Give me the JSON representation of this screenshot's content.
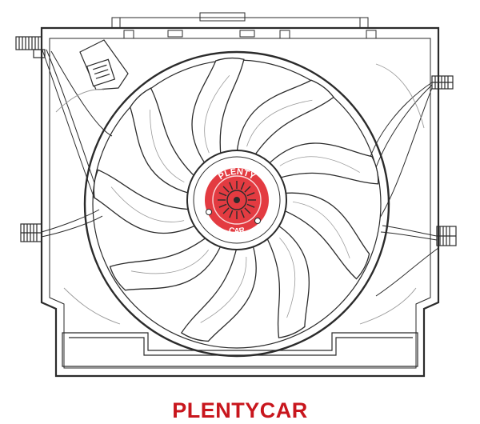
{
  "figure": {
    "subject": "radiator-cooling-fan-assembly",
    "blade_count": 9,
    "colors": {
      "line": "#2b2b2b",
      "light_line": "#9a9a9a",
      "watermark": "#c9c9c9",
      "hub_logo_red": "#e0262c",
      "brand_red": "#c8161d"
    }
  },
  "logo": {
    "top_text": "PLENTY",
    "bottom_text": "CAR"
  },
  "caption": {
    "brand": "PLENTYCAR"
  }
}
